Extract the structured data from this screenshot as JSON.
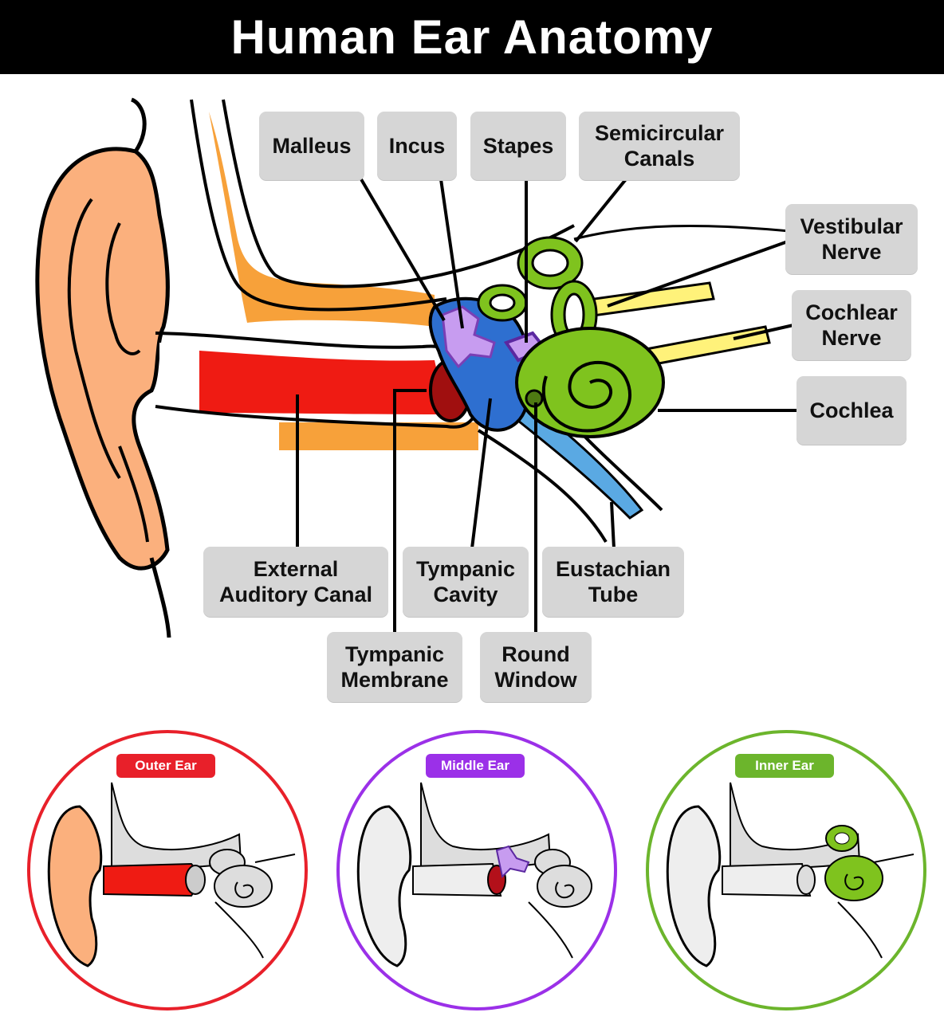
{
  "title": "Human Ear Anatomy",
  "labels": {
    "malleus": "Malleus",
    "incus": "Incus",
    "stapes": "Stapes",
    "semicircular_canals": "Semicircular\nCanals",
    "vestibular_nerve": "Vestibular\nNerve",
    "cochlear_nerve": "Cochlear\nNerve",
    "cochlea": "Cochlea",
    "external_auditory_canal": "External\nAuditory Canal",
    "tympanic_cavity": "Tympanic\nCavity",
    "eustachian_tube": "Eustachian\nTube",
    "tympanic_membrane": "Tympanic\nMembrane",
    "round_window": "Round\nWindow"
  },
  "sections": [
    {
      "name": "Outer Ear",
      "color": "#e8202a"
    },
    {
      "name": "Middle Ear",
      "color": "#9b30e8"
    },
    {
      "name": "Inner Ear",
      "color": "#6cb52c"
    }
  ],
  "colors": {
    "title_bar": "#000000",
    "label_bg": "#d6d6d6",
    "pinna": "#fbb07d",
    "bone": "#f7a13a",
    "canal": "#ef1b13",
    "eardrum": "#a00f0f",
    "cavity": "#2e6fd0",
    "tube": "#5aa9e3",
    "ossicles": "#c79cf0",
    "inner_ear": "#7fc31e",
    "nerve": "#fff27a"
  }
}
